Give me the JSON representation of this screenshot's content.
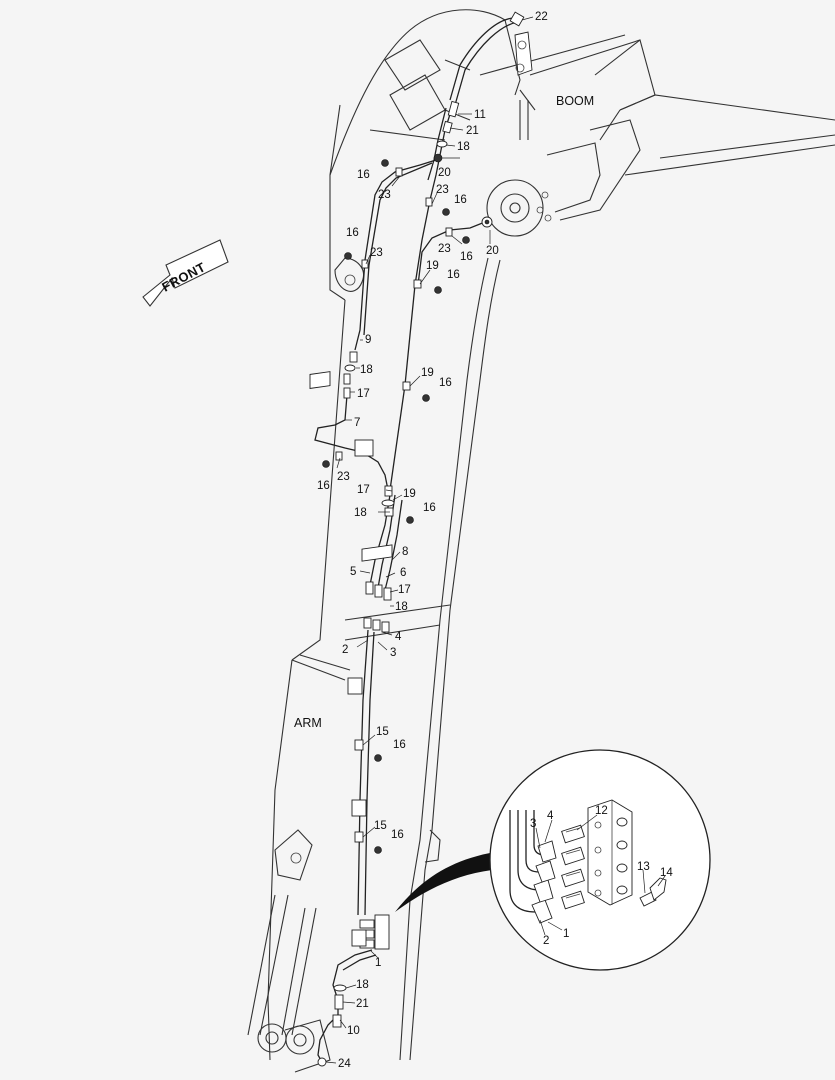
{
  "labels": {
    "boom": "BOOM",
    "arm": "ARM",
    "front": "FRONT"
  },
  "callouts": [
    {
      "id": "c22",
      "text": "22"
    },
    {
      "id": "c11",
      "text": "11"
    },
    {
      "id": "c21a",
      "text": "21"
    },
    {
      "id": "c18a",
      "text": "18"
    },
    {
      "id": "c20a",
      "text": "20"
    },
    {
      "id": "c16a",
      "text": "16"
    },
    {
      "id": "c23a",
      "text": "23"
    },
    {
      "id": "c23b",
      "text": "23"
    },
    {
      "id": "c16b",
      "text": "16"
    },
    {
      "id": "c16c",
      "text": "16"
    },
    {
      "id": "c23c",
      "text": "23"
    },
    {
      "id": "c16d",
      "text": "16"
    },
    {
      "id": "c23d",
      "text": "23"
    },
    {
      "id": "c20b",
      "text": "20"
    },
    {
      "id": "c19a",
      "text": "19"
    },
    {
      "id": "c16e",
      "text": "16"
    },
    {
      "id": "c9",
      "text": "9"
    },
    {
      "id": "c18b",
      "text": "18"
    },
    {
      "id": "c19b",
      "text": "19"
    },
    {
      "id": "c16f",
      "text": "16"
    },
    {
      "id": "c17a",
      "text": "17"
    },
    {
      "id": "c7",
      "text": "7"
    },
    {
      "id": "c16g",
      "text": "16"
    },
    {
      "id": "c23e",
      "text": "23"
    },
    {
      "id": "c17b",
      "text": "17"
    },
    {
      "id": "c19c",
      "text": "19"
    },
    {
      "id": "c18c",
      "text": "18"
    },
    {
      "id": "c16h",
      "text": "16"
    },
    {
      "id": "c8",
      "text": "8"
    },
    {
      "id": "c5",
      "text": "5"
    },
    {
      "id": "c6",
      "text": "6"
    },
    {
      "id": "c17c",
      "text": "17"
    },
    {
      "id": "c18d",
      "text": "18"
    },
    {
      "id": "c4a",
      "text": "4"
    },
    {
      "id": "c2a",
      "text": "2"
    },
    {
      "id": "c3a",
      "text": "3"
    },
    {
      "id": "c15a",
      "text": "15"
    },
    {
      "id": "c16i",
      "text": "16"
    },
    {
      "id": "c15b",
      "text": "15"
    },
    {
      "id": "c16j",
      "text": "16"
    },
    {
      "id": "c1a",
      "text": "1"
    },
    {
      "id": "c18e",
      "text": "18"
    },
    {
      "id": "c21b",
      "text": "21"
    },
    {
      "id": "c10",
      "text": "10"
    },
    {
      "id": "c24",
      "text": "24"
    },
    {
      "id": "d3",
      "text": "3"
    },
    {
      "id": "d4",
      "text": "4"
    },
    {
      "id": "d12",
      "text": "12"
    },
    {
      "id": "d13",
      "text": "13"
    },
    {
      "id": "d14",
      "text": "14"
    },
    {
      "id": "d2",
      "text": "2"
    },
    {
      "id": "d1",
      "text": "1"
    }
  ]
}
